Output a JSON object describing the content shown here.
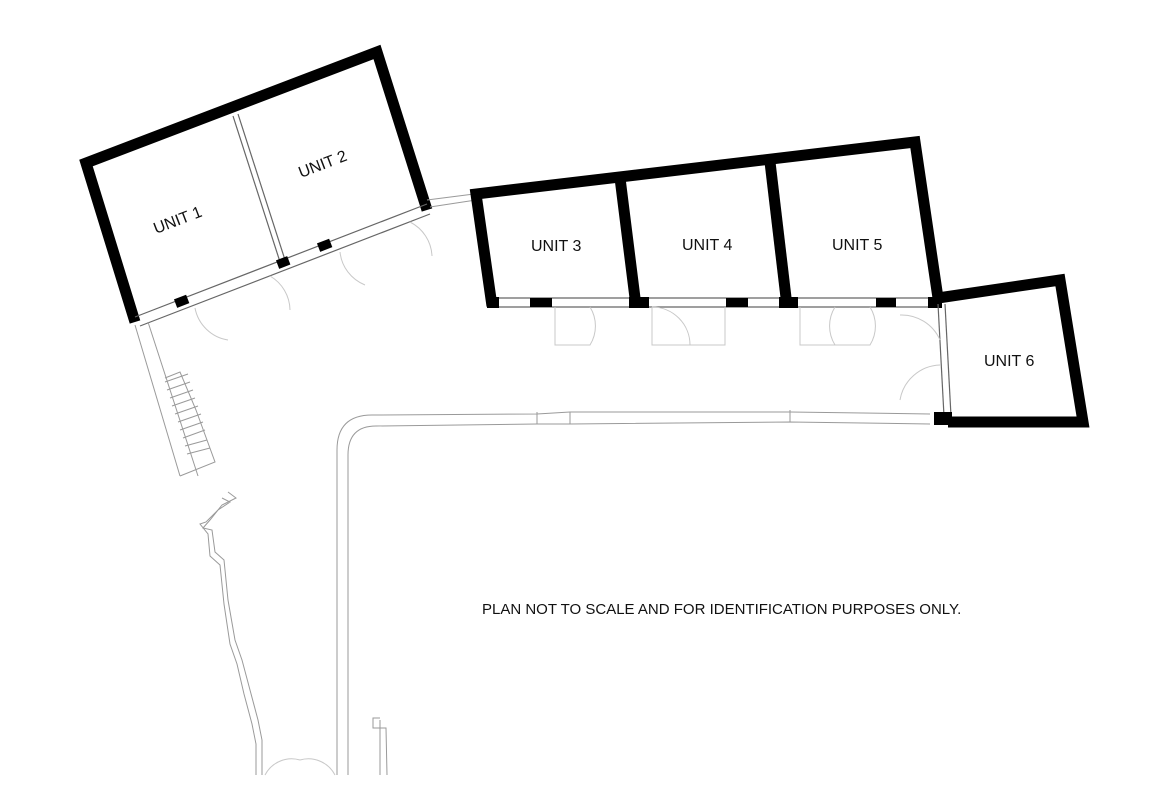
{
  "units": [
    {
      "label": "UNIT 1"
    },
    {
      "label": "UNIT 2"
    },
    {
      "label": "UNIT 3"
    },
    {
      "label": "UNIT 4"
    },
    {
      "label": "UNIT 5"
    },
    {
      "label": "UNIT 6"
    }
  ],
  "note": "PLAN NOT TO SCALE AND FOR IDENTIFICATION PURPOSES ONLY."
}
